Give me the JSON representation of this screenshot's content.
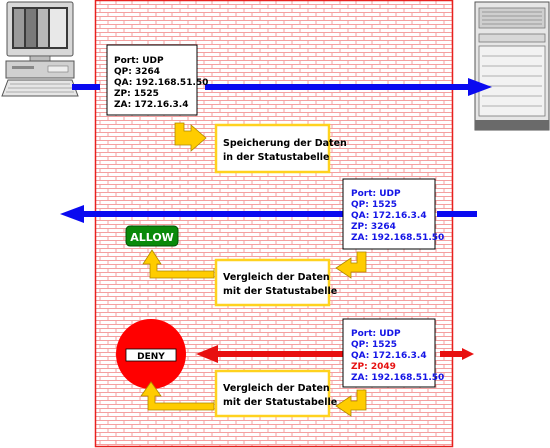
{
  "packet_out": {
    "lines": [
      "Port: UDP",
      "QP: 3264",
      "QA: 192.168.51.50",
      "ZP: 1525",
      "ZA: 172.16.3.4"
    ]
  },
  "store_step": {
    "lines": [
      "Speicherung der Daten",
      "in der Statustabelle"
    ]
  },
  "packet_in_allowed": {
    "lines": [
      "Port: UDP",
      "QP: 1525",
      "QA: 172.16.3.4",
      "ZP: 3264",
      "ZA: 192.168.51.50"
    ]
  },
  "compare_step_1": {
    "lines": [
      "Vergleich der Daten",
      "mit der Statustabelle"
    ]
  },
  "allow_badge": {
    "label": "ALLOW"
  },
  "packet_in_denied": {
    "lines": [
      "Port: UDP",
      "QP: 1525",
      "QA: 172.16.3.4",
      "ZP: 2049",
      "ZA: 192.168.51.50"
    ]
  },
  "compare_step_2": {
    "lines": [
      "Vergleich der Daten",
      "mit der Statustabelle"
    ]
  },
  "deny_sign": {
    "label": "DENY"
  },
  "colors": {
    "firewall_border": "#e8201e",
    "brick": "#f4a0a0",
    "arrow_blue": "#0a0af0",
    "arrow_red": "#e81010",
    "flow_arrow": "#ffcc00",
    "step_box_border": "#ffd21e",
    "text_blue": "#1515e6",
    "text_red": "#e61010",
    "allow_green": "#0a8a0a"
  }
}
